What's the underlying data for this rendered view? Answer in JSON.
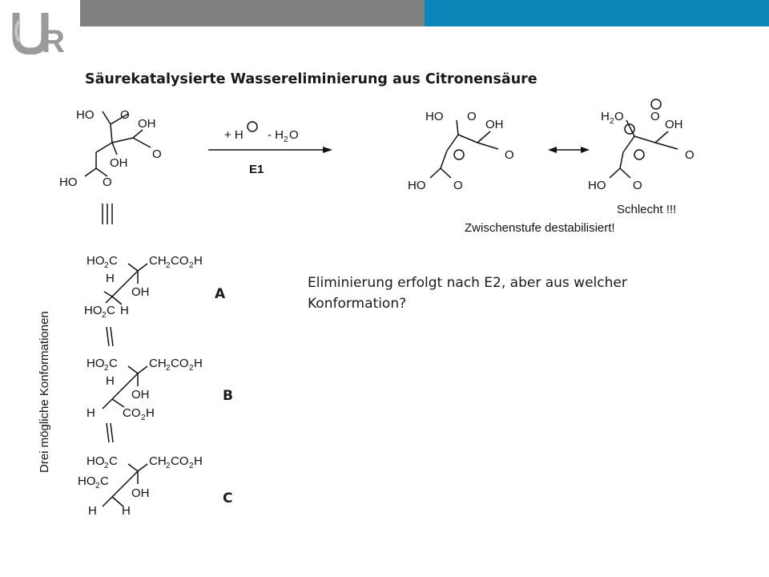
{
  "header": {
    "bar_color_gray": "#808080",
    "bar_color_blue": "#0a86b8",
    "logo_color": "#9a9a9a",
    "logo_icon": "university-logo-icon"
  },
  "slide": {
    "title": "Säurekatalysierte Wassereliminierung aus Citronensäure",
    "question": "Eliminierung erfolgt nach E2, aber aus welcher Konformation?"
  },
  "reaction": {
    "reagent_plus": "+ H",
    "reagent_minus": "- H",
    "reagent_water_o": "O",
    "mechanism": "E1",
    "note_bad": "Schlecht !!!",
    "note_unstable": "Zwischenstufe destabilisiert!",
    "identity": "|||"
  },
  "conformations": {
    "axis_label": "Drei mögliche Konformationen",
    "labels": [
      "A",
      "B",
      "C"
    ]
  }
}
